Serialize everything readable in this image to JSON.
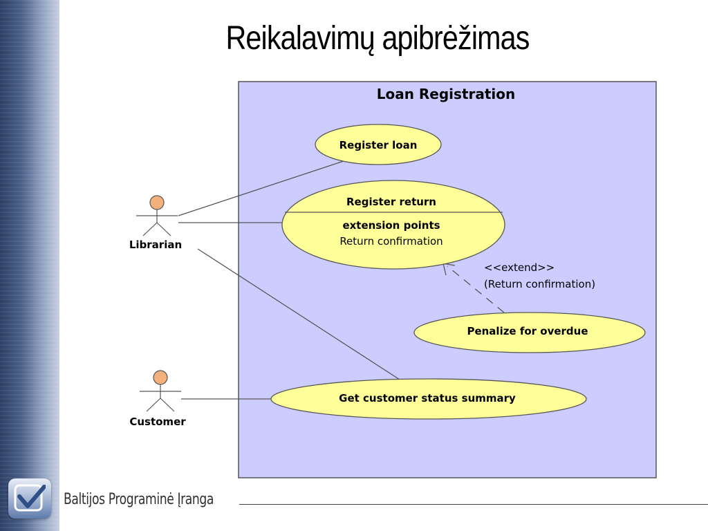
{
  "slide": {
    "title": "Reikalavimų apibrėžimas"
  },
  "diagram": {
    "system_name": "Loan Registration",
    "actors": [
      {
        "id": "librarian",
        "label": "Librarian"
      },
      {
        "id": "customer",
        "label": "Customer"
      }
    ],
    "use_cases": [
      {
        "id": "register-loan",
        "label": "Register loan"
      },
      {
        "id": "register-return",
        "label": "Register return",
        "extension_points_label": "extension points",
        "extension_point": "Return confirmation"
      },
      {
        "id": "penalize",
        "label": "Penalize for overdue"
      },
      {
        "id": "status-summary",
        "label": "Get customer status summary"
      }
    ],
    "extend_relation": {
      "stereotype": "<<extend>>",
      "condition": "(Return confirmation)"
    },
    "colors": {
      "system_fill": "#ccccff",
      "usecase_fill": "#ffff99",
      "actor_head": "#f4b07a"
    }
  },
  "footer": {
    "brand": "Baltijos Programinė Įranga"
  }
}
